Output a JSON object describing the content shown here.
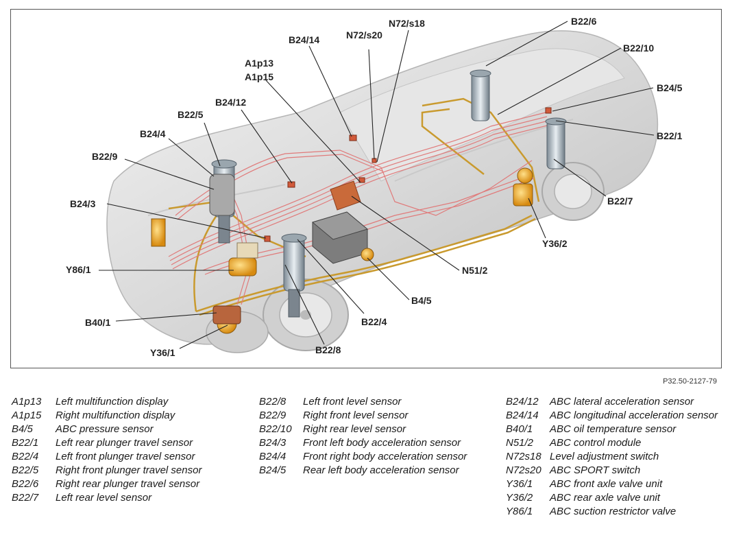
{
  "figure_ref": "P32.50-2127-79",
  "callouts": {
    "a1p13": "A1p13",
    "a1p15": "A1p15",
    "b24_14": "B24/14",
    "n72_s20": "N72/s20",
    "n72_s18": "N72/s18",
    "b22_6": "B22/6",
    "b22_10": "B22/10",
    "b24_5": "B24/5",
    "b22_1": "B22/1",
    "b24_12": "B24/12",
    "b22_5": "B22/5",
    "b24_4": "B24/4",
    "b22_9": "B22/9",
    "b24_3": "B24/3",
    "y86_1": "Y86/1",
    "b40_1": "B40/1",
    "y36_1": "Y36/1",
    "b22_8": "B22/8",
    "b22_4": "B22/4",
    "b4_5": "B4/5",
    "n51_2": "N51/2",
    "y36_2": "Y36/2",
    "b22_7": "B22/7"
  },
  "legend": {
    "col1": [
      {
        "code": "A1p13",
        "desc": "Left multifunction display"
      },
      {
        "code": "A1p15",
        "desc": "Right multifunction display"
      },
      {
        "code": "B4/5",
        "desc": "ABC pressure sensor"
      },
      {
        "code": "B22/1",
        "desc": "Left rear plunger travel sensor"
      },
      {
        "code": "B22/4",
        "desc": "Left front plunger travel sensor"
      },
      {
        "code": "B22/5",
        "desc": "Right front plunger travel sensor"
      },
      {
        "code": "B22/6",
        "desc": "Right rear plunger travel sensor"
      },
      {
        "code": "B22/7",
        "desc": "Left rear level sensor"
      }
    ],
    "col2": [
      {
        "code": "B22/8",
        "desc": "Left front level sensor"
      },
      {
        "code": "B22/9",
        "desc": "Right front level sensor"
      },
      {
        "code": "B22/10",
        "desc": "Right rear level sensor"
      },
      {
        "code": "B24/3",
        "desc": "Front left body acceleration sensor"
      },
      {
        "code": "B24/4",
        "desc": "Front right body acceleration sensor"
      },
      {
        "code": "B24/5",
        "desc": "Rear left body acceleration sensor"
      }
    ],
    "col3": [
      {
        "code": "B24/12",
        "desc": "ABC lateral acceleration sensor"
      },
      {
        "code": "B24/14",
        "desc": "ABC longitudinal acceleration sensor"
      },
      {
        "code": "B40/1",
        "desc": "ABC oil temperature sensor"
      },
      {
        "code": "N51/2",
        "desc": "ABC control module"
      },
      {
        "code": "N72s18",
        "desc": "Level adjustment switch"
      },
      {
        "code": "N72s20",
        "desc": "ABC SPORT switch"
      },
      {
        "code": "Y36/1",
        "desc": "ABC front axle valve unit"
      },
      {
        "code": "Y36/2",
        "desc": "ABC rear axle valve unit"
      },
      {
        "code": "Y86/1",
        "desc": "ABC suction restrictor valve"
      }
    ]
  }
}
